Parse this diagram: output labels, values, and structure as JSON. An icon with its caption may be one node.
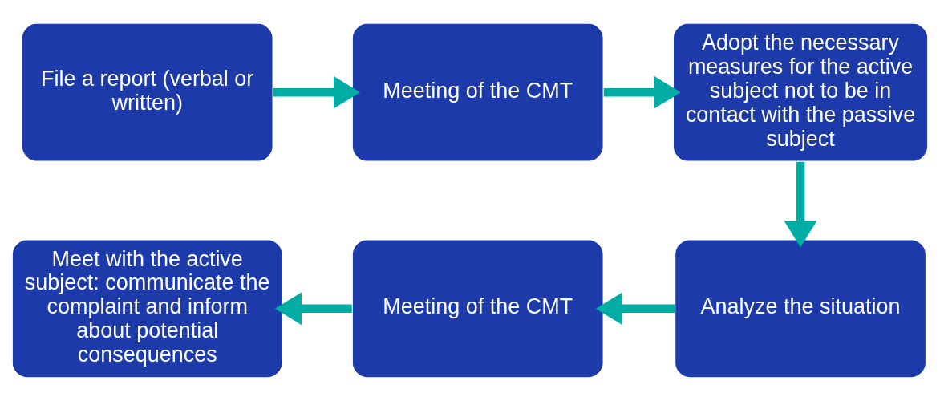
{
  "diagram": {
    "nodes": [
      {
        "text": [
          "File a report (verbal or written)"
        ]
      },
      {
        "text": [
          "Meeting of the CMT"
        ]
      },
      {
        "text": [
          "Adopt the necessary measures for the active subject not to be in contact with the passive subject"
        ]
      },
      {
        "text": [
          "Analyze the situation"
        ]
      },
      {
        "text": [
          "Meeting of the CMT"
        ]
      },
      {
        "text": [
          "Meet with the active subject: communicate the complaint and inform about potential consequences"
        ]
      }
    ],
    "edges": [
      {
        "from": 0,
        "to": 1,
        "arrow": "to"
      },
      {
        "from": 1,
        "to": 2,
        "arrow": "to"
      },
      {
        "from": 2,
        "to": 3,
        "arrow": "to"
      },
      {
        "from": 3,
        "to": 4,
        "arrow": "to"
      },
      {
        "from": 4,
        "to": 5,
        "arrow": "to"
      }
    ]
  }
}
